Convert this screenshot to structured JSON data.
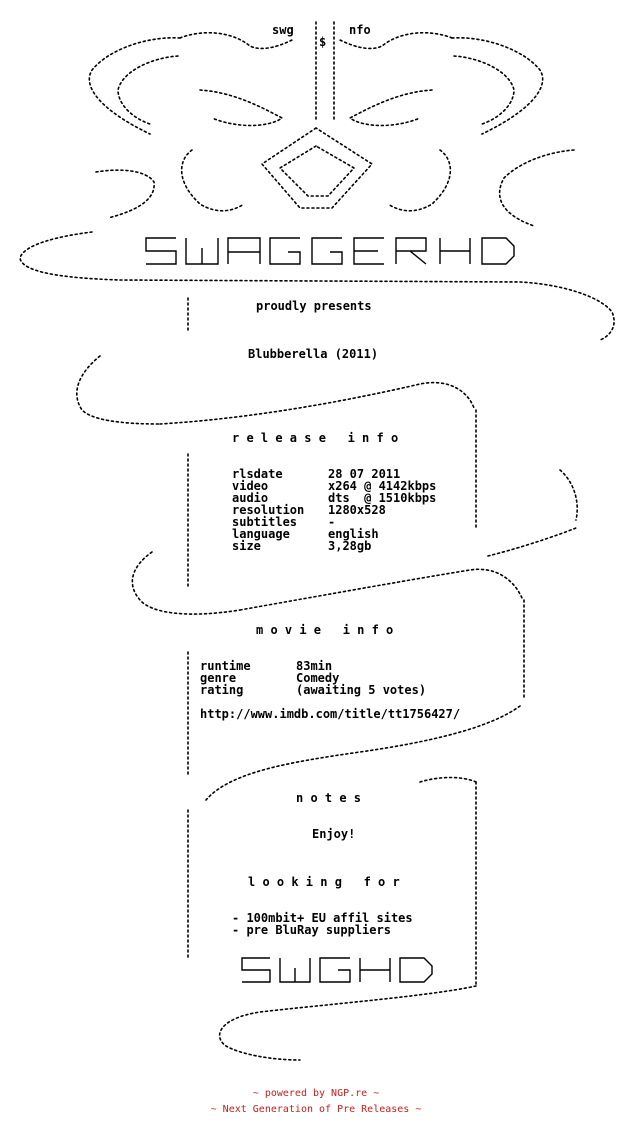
{
  "header": {
    "top_left_tag": "swg",
    "top_right_tag": "nfo",
    "dollar": "$",
    "logo_text": "SWAGGERHD",
    "presents": "proudly presents",
    "release_title": "Blubberella (2011)"
  },
  "release_info": {
    "heading": "r e l e a s e   i n f o",
    "rows": [
      {
        "label": "rlsdate",
        "value": "28 07 2011"
      },
      {
        "label": "video",
        "value": "x264 @ 4142kbps"
      },
      {
        "label": "audio",
        "value": "dts  @ 1510kbps"
      },
      {
        "label": "resolution",
        "value": "1280x528"
      },
      {
        "label": "subtitles",
        "value": "-"
      },
      {
        "label": "language",
        "value": "english"
      },
      {
        "label": "size",
        "value": "3,28gb"
      }
    ]
  },
  "movie_info": {
    "heading": "m o v i e   i n f o",
    "rows": [
      {
        "label": "runtime",
        "value": "83min"
      },
      {
        "label": "genre",
        "value": "Comedy"
      },
      {
        "label": "rating",
        "value": "(awaiting 5 votes)"
      }
    ],
    "link": "http://www.imdb.com/title/tt1756427/"
  },
  "notes": {
    "heading": "n o t e s",
    "text": "Enjoy!",
    "looking_heading": "l o o k i n g   f o r",
    "looking_items": [
      "- 100mbit+ EU affil sites",
      "- pre BluRay suppliers"
    ],
    "small_logo_text": "SWGHD"
  },
  "footer": {
    "line1": "~ powered by NGP.re ~",
    "line2": "~ Next Generation of Pre Releases ~"
  },
  "colors": {
    "ink": "#000000",
    "footer": "#c42020",
    "background": "#ffffff"
  }
}
